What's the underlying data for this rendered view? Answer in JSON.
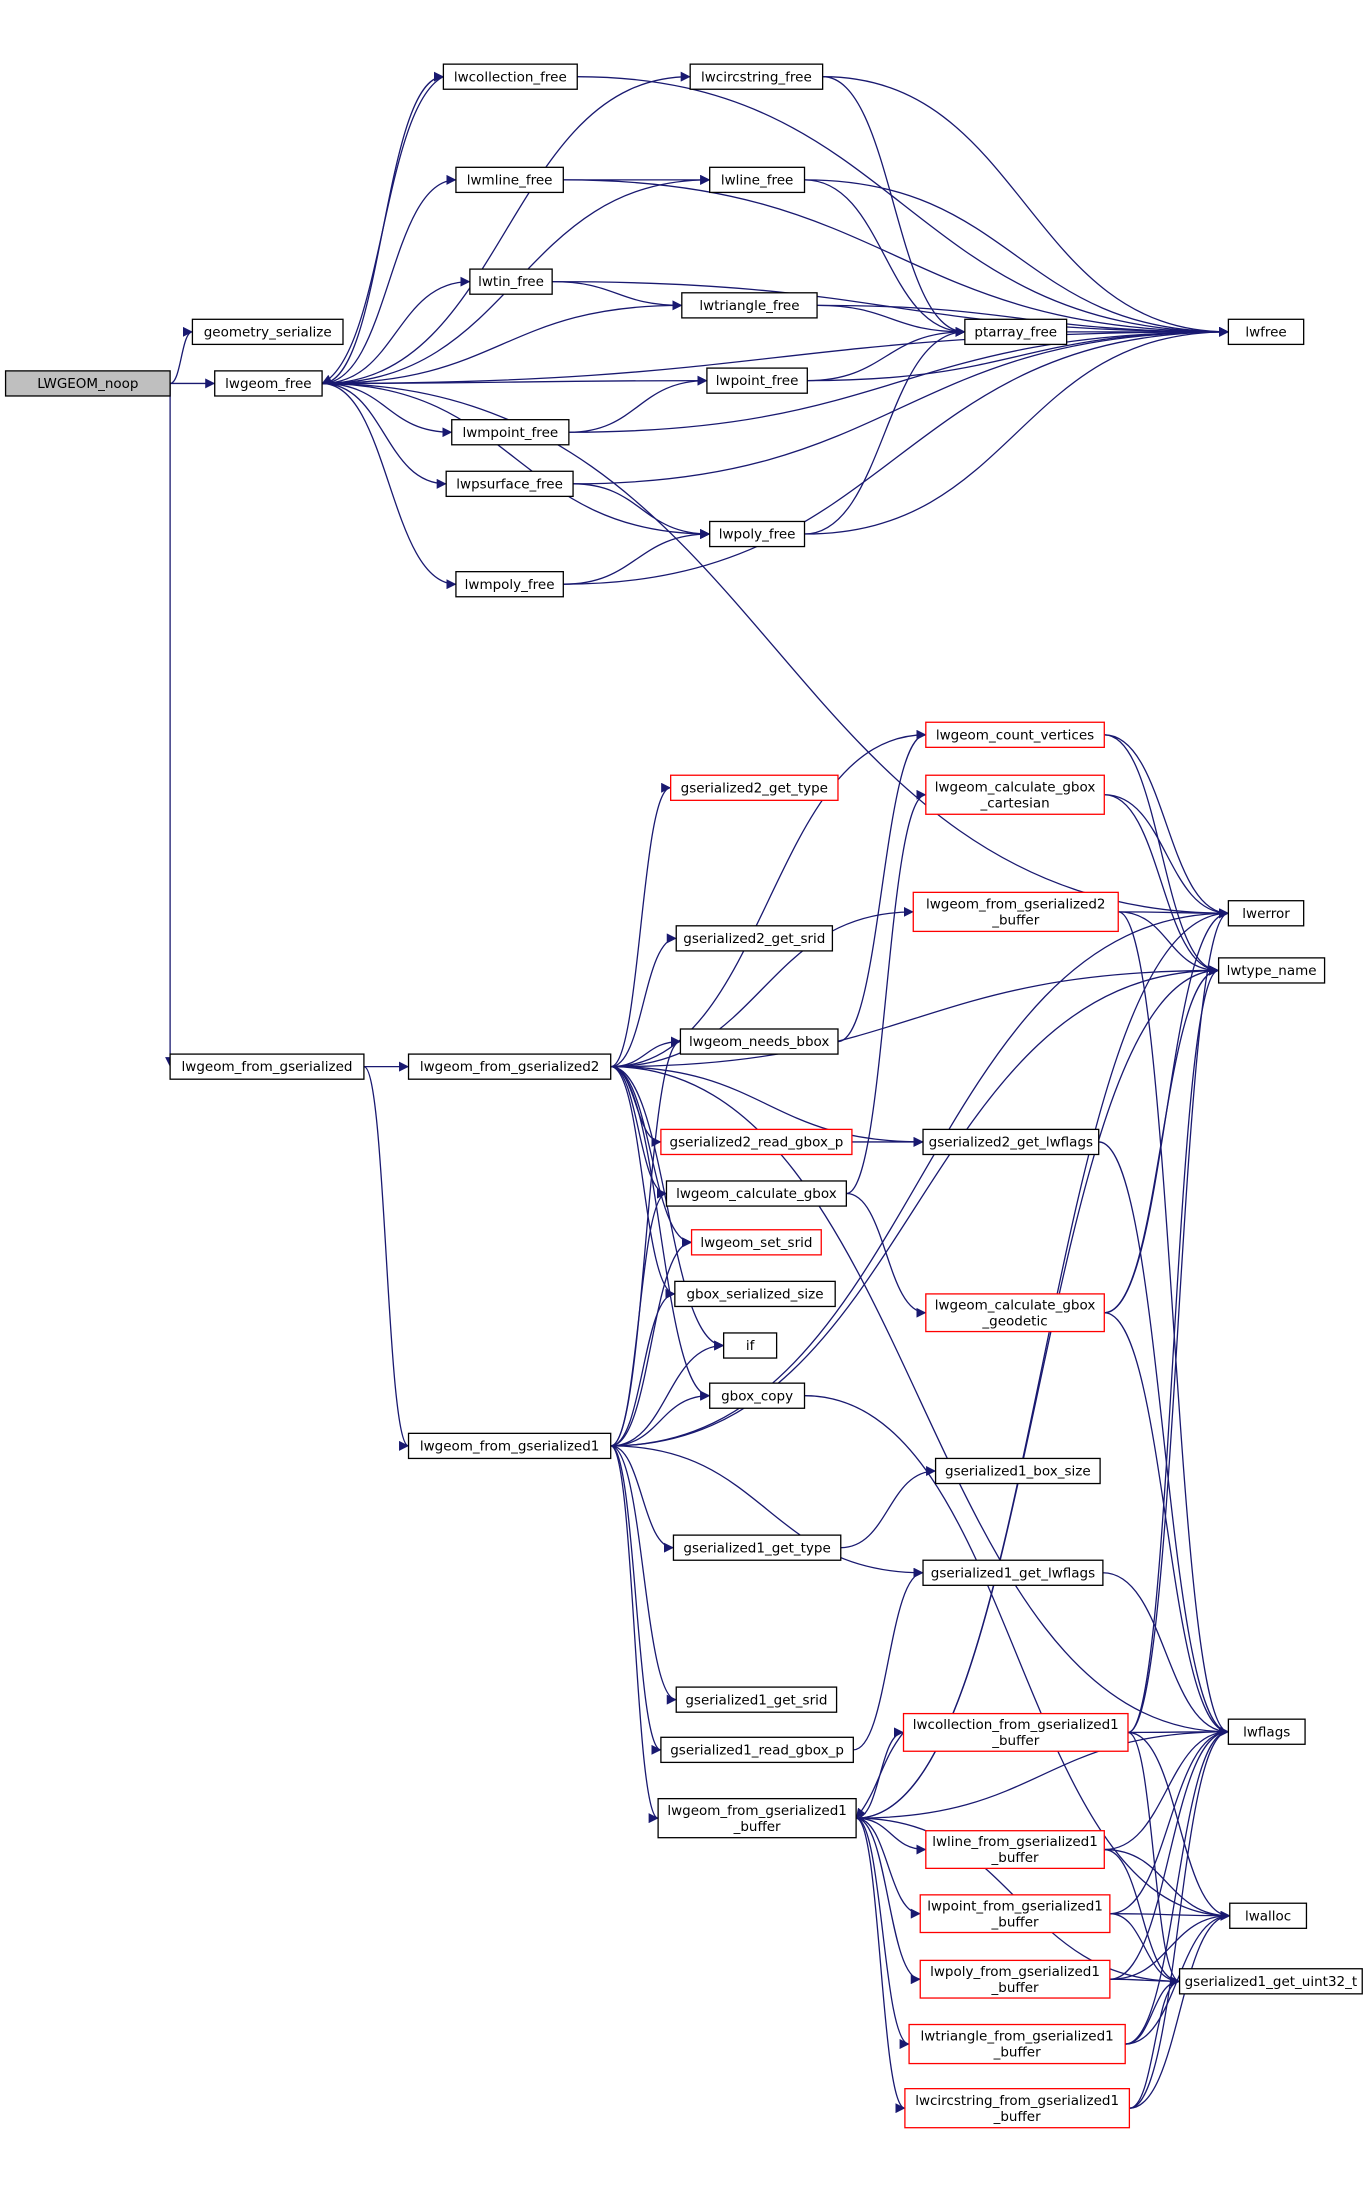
{
  "colors": {
    "edge": "#191970",
    "box_normal": "#000000",
    "box_truncated": "#ff0000",
    "root_fill": "#bfbfbf",
    "fill": "#ffffff"
  },
  "nodes": {
    "root": {
      "lines": [
        "LWGEOM_noop"
      ],
      "style": "root"
    },
    "geometry_serialize": {
      "lines": [
        "geometry_serialize"
      ]
    },
    "lwgeom_free": {
      "lines": [
        "lwgeom_free"
      ]
    },
    "lwcollection_free": {
      "lines": [
        "lwcollection_free"
      ]
    },
    "lwcircstring_free": {
      "lines": [
        "lwcircstring_free"
      ]
    },
    "lwmline_free": {
      "lines": [
        "lwmline_free"
      ]
    },
    "lwline_free": {
      "lines": [
        "lwline_free"
      ]
    },
    "lwtin_free": {
      "lines": [
        "lwtin_free"
      ]
    },
    "lwtriangle_free": {
      "lines": [
        "lwtriangle_free"
      ]
    },
    "ptarray_free": {
      "lines": [
        "ptarray_free"
      ]
    },
    "lwpoint_free": {
      "lines": [
        "lwpoint_free"
      ]
    },
    "lwmpoint_free": {
      "lines": [
        "lwmpoint_free"
      ]
    },
    "lwpsurface_free": {
      "lines": [
        "lwpsurface_free"
      ]
    },
    "lwpoly_free": {
      "lines": [
        "lwpoly_free"
      ]
    },
    "lwmpoly_free": {
      "lines": [
        "lwmpoly_free"
      ]
    },
    "lwfree": {
      "lines": [
        "lwfree"
      ]
    },
    "lwgeom_count_vertices": {
      "lines": [
        "lwgeom_count_vertices"
      ],
      "style": "red"
    },
    "gserialized2_get_type": {
      "lines": [
        "gserialized2_get_type"
      ],
      "style": "red"
    },
    "lwgeom_calculate_gbox_cartesian": {
      "lines": [
        "lwgeom_calculate_gbox",
        "_cartesian"
      ],
      "style": "red"
    },
    "lwgeom_from_gserialized2_buffer": {
      "lines": [
        "lwgeom_from_gserialized2",
        "_buffer"
      ],
      "style": "red"
    },
    "lwerror": {
      "lines": [
        "lwerror"
      ]
    },
    "lwtype_name": {
      "lines": [
        "lwtype_name"
      ]
    },
    "gserialized2_get_srid": {
      "lines": [
        "gserialized2_get_srid"
      ]
    },
    "lwgeom_from_gserialized": {
      "lines": [
        "lwgeom_from_gserialized"
      ]
    },
    "lwgeom_from_gserialized2": {
      "lines": [
        "lwgeom_from_gserialized2"
      ]
    },
    "lwgeom_needs_bbox": {
      "lines": [
        "lwgeom_needs_bbox"
      ]
    },
    "gserialized2_read_gbox_p": {
      "lines": [
        "gserialized2_read_gbox_p"
      ],
      "style": "red"
    },
    "gserialized2_get_lwflags": {
      "lines": [
        "gserialized2_get_lwflags"
      ]
    },
    "lwgeom_calculate_gbox": {
      "lines": [
        "lwgeom_calculate_gbox"
      ]
    },
    "lwgeom_set_srid": {
      "lines": [
        "lwgeom_set_srid"
      ],
      "style": "red"
    },
    "gbox_serialized_size": {
      "lines": [
        "gbox_serialized_size"
      ]
    },
    "lwgeom_calculate_gbox_geodetic": {
      "lines": [
        "lwgeom_calculate_gbox",
        "_geodetic"
      ],
      "style": "red"
    },
    "if": {
      "lines": [
        "if"
      ]
    },
    "gbox_copy": {
      "lines": [
        "gbox_copy"
      ]
    },
    "lwgeom_from_gserialized1": {
      "lines": [
        "lwgeom_from_gserialized1"
      ]
    },
    "gserialized1_box_size": {
      "lines": [
        "gserialized1_box_size"
      ]
    },
    "gserialized1_get_type": {
      "lines": [
        "gserialized1_get_type"
      ]
    },
    "gserialized1_get_lwflags": {
      "lines": [
        "gserialized1_get_lwflags"
      ]
    },
    "gserialized1_get_srid": {
      "lines": [
        "gserialized1_get_srid"
      ]
    },
    "lwcollection_from_gserialized1_buffer": {
      "lines": [
        "lwcollection_from_gserialized1",
        "_buffer"
      ],
      "style": "red"
    },
    "lwflags": {
      "lines": [
        "lwflags"
      ]
    },
    "gserialized1_read_gbox_p": {
      "lines": [
        "gserialized1_read_gbox_p"
      ]
    },
    "lwgeom_from_gserialized1_buffer": {
      "lines": [
        "lwgeom_from_gserialized1",
        "_buffer"
      ]
    },
    "lwline_from_gserialized1_buffer": {
      "lines": [
        "lwline_from_gserialized1",
        "_buffer"
      ],
      "style": "red"
    },
    "lwalloc": {
      "lines": [
        "lwalloc"
      ]
    },
    "lwpoint_from_gserialized1_buffer": {
      "lines": [
        "lwpoint_from_gserialized1",
        "_buffer"
      ],
      "style": "red"
    },
    "lwpoly_from_gserialized1_buffer": {
      "lines": [
        "lwpoly_from_gserialized1",
        "_buffer"
      ],
      "style": "red"
    },
    "gserialized1_get_uint32_t": {
      "lines": [
        "gserialized1_get_uint32_t"
      ]
    },
    "lwtriangle_from_gserialized1_buffer": {
      "lines": [
        "lwtriangle_from_gserialized1",
        "_buffer"
      ],
      "style": "red"
    },
    "lwcircstring_from_gserialized1_buffer": {
      "lines": [
        "lwcircstring_from_gserialized1",
        "_buffer"
      ],
      "style": "red"
    }
  },
  "edges": [
    [
      "root",
      "geometry_serialize"
    ],
    [
      "root",
      "lwgeom_free"
    ],
    [
      "root",
      "lwgeom_from_gserialized"
    ],
    [
      "lwgeom_free",
      "lwcollection_free"
    ],
    [
      "lwgeom_free",
      "lwcircstring_free"
    ],
    [
      "lwgeom_free",
      "lwmline_free"
    ],
    [
      "lwgeom_free",
      "lwline_free"
    ],
    [
      "lwgeom_free",
      "lwtin_free"
    ],
    [
      "lwgeom_free",
      "lwtriangle_free"
    ],
    [
      "lwgeom_free",
      "lwpoint_free"
    ],
    [
      "lwgeom_free",
      "lwmpoint_free"
    ],
    [
      "lwgeom_free",
      "lwpsurface_free"
    ],
    [
      "lwgeom_free",
      "lwpoly_free"
    ],
    [
      "lwgeom_free",
      "lwmpoly_free"
    ],
    [
      "lwgeom_free",
      "lwfree"
    ],
    [
      "lwgeom_free",
      "lwerror"
    ],
    [
      "lwcollection_free",
      "lwgeom_free"
    ],
    [
      "lwcollection_free",
      "lwfree"
    ],
    [
      "lwcircstring_free",
      "ptarray_free"
    ],
    [
      "lwcircstring_free",
      "lwfree"
    ],
    [
      "lwmline_free",
      "lwline_free"
    ],
    [
      "lwmline_free",
      "lwfree"
    ],
    [
      "lwline_free",
      "ptarray_free"
    ],
    [
      "lwline_free",
      "lwfree"
    ],
    [
      "lwtin_free",
      "lwtriangle_free"
    ],
    [
      "lwtin_free",
      "lwfree"
    ],
    [
      "lwtriangle_free",
      "ptarray_free"
    ],
    [
      "lwtriangle_free",
      "lwfree"
    ],
    [
      "ptarray_free",
      "lwfree"
    ],
    [
      "lwpoint_free",
      "ptarray_free"
    ],
    [
      "lwpoint_free",
      "lwfree"
    ],
    [
      "lwmpoint_free",
      "lwpoint_free"
    ],
    [
      "lwmpoint_free",
      "lwfree"
    ],
    [
      "lwpsurface_free",
      "lwpoly_free"
    ],
    [
      "lwpsurface_free",
      "lwfree"
    ],
    [
      "lwpoly_free",
      "ptarray_free"
    ],
    [
      "lwpoly_free",
      "lwfree"
    ],
    [
      "lwmpoly_free",
      "lwpoly_free"
    ],
    [
      "lwmpoly_free",
      "lwfree"
    ],
    [
      "lwgeom_from_gserialized",
      "lwgeom_from_gserialized2"
    ],
    [
      "lwgeom_from_gserialized",
      "lwgeom_from_gserialized1"
    ],
    [
      "lwgeom_from_gserialized2",
      "gserialized2_get_type"
    ],
    [
      "lwgeom_from_gserialized2",
      "lwgeom_from_gserialized2_buffer"
    ],
    [
      "lwgeom_from_gserialized2",
      "lwtype_name"
    ],
    [
      "lwgeom_from_gserialized2",
      "gserialized2_get_srid"
    ],
    [
      "lwgeom_from_gserialized2",
      "lwgeom_needs_bbox"
    ],
    [
      "lwgeom_from_gserialized2",
      "gserialized2_read_gbox_p"
    ],
    [
      "lwgeom_from_gserialized2",
      "gserialized2_get_lwflags"
    ],
    [
      "lwgeom_from_gserialized2",
      "lwgeom_calculate_gbox"
    ],
    [
      "lwgeom_from_gserialized2",
      "lwgeom_set_srid"
    ],
    [
      "lwgeom_from_gserialized2",
      "gbox_serialized_size"
    ],
    [
      "lwgeom_from_gserialized2",
      "if"
    ],
    [
      "lwgeom_from_gserialized2",
      "gbox_copy"
    ],
    [
      "lwgeom_from_gserialized2",
      "lwflags"
    ],
    [
      "lwgeom_from_gserialized2",
      "lwgeom_count_vertices"
    ],
    [
      "lwgeom_needs_bbox",
      "lwgeom_count_vertices"
    ],
    [
      "gserialized2_read_gbox_p",
      "gserialized2_get_lwflags"
    ],
    [
      "lwgeom_calculate_gbox",
      "lwgeom_calculate_gbox_cartesian"
    ],
    [
      "lwgeom_calculate_gbox",
      "lwgeom_calculate_gbox_geodetic"
    ],
    [
      "lwgeom_count_vertices",
      "lwerror"
    ],
    [
      "lwgeom_count_vertices",
      "lwtype_name"
    ],
    [
      "lwgeom_calculate_gbox_cartesian",
      "lwerror"
    ],
    [
      "lwgeom_calculate_gbox_cartesian",
      "lwtype_name"
    ],
    [
      "lwgeom_from_gserialized2_buffer",
      "lwerror"
    ],
    [
      "lwgeom_from_gserialized2_buffer",
      "lwtype_name"
    ],
    [
      "lwgeom_from_gserialized2_buffer",
      "lwflags"
    ],
    [
      "lwgeom_calculate_gbox_geodetic",
      "lwerror"
    ],
    [
      "lwgeom_calculate_gbox_geodetic",
      "lwtype_name"
    ],
    [
      "lwgeom_calculate_gbox_geodetic",
      "lwflags"
    ],
    [
      "gserialized2_get_lwflags",
      "lwflags"
    ],
    [
      "gbox_copy",
      "lwalloc"
    ],
    [
      "lwgeom_from_gserialized1",
      "lwgeom_needs_bbox"
    ],
    [
      "lwgeom_from_gserialized1",
      "lwgeom_calculate_gbox"
    ],
    [
      "lwgeom_from_gserialized1",
      "lwgeom_set_srid"
    ],
    [
      "lwgeom_from_gserialized1",
      "gbox_serialized_size"
    ],
    [
      "lwgeom_from_gserialized1",
      "if"
    ],
    [
      "lwgeom_from_gserialized1",
      "gbox_copy"
    ],
    [
      "lwgeom_from_gserialized1",
      "lwtype_name"
    ],
    [
      "lwgeom_from_gserialized1",
      "lwerror"
    ],
    [
      "lwgeom_from_gserialized1",
      "gserialized1_get_type"
    ],
    [
      "lwgeom_from_gserialized1",
      "gserialized1_get_lwflags"
    ],
    [
      "lwgeom_from_gserialized1",
      "gserialized1_get_srid"
    ],
    [
      "lwgeom_from_gserialized1",
      "gserialized1_read_gbox_p"
    ],
    [
      "lwgeom_from_gserialized1",
      "lwgeom_from_gserialized1_buffer"
    ],
    [
      "gserialized1_get_type",
      "gserialized1_box_size"
    ],
    [
      "gserialized1_get_lwflags",
      "lwflags"
    ],
    [
      "gserialized1_read_gbox_p",
      "gserialized1_get_lwflags"
    ],
    [
      "lwgeom_from_gserialized1_buffer",
      "lwcollection_from_gserialized1_buffer"
    ],
    [
      "lwgeom_from_gserialized1_buffer",
      "lwline_from_gserialized1_buffer"
    ],
    [
      "lwgeom_from_gserialized1_buffer",
      "lwpoint_from_gserialized1_buffer"
    ],
    [
      "lwgeom_from_gserialized1_buffer",
      "lwpoly_from_gserialized1_buffer"
    ],
    [
      "lwgeom_from_gserialized1_buffer",
      "lwtriangle_from_gserialized1_buffer"
    ],
    [
      "lwgeom_from_gserialized1_buffer",
      "lwcircstring_from_gserialized1_buffer"
    ],
    [
      "lwgeom_from_gserialized1_buffer",
      "lwerror"
    ],
    [
      "lwgeom_from_gserialized1_buffer",
      "lwtype_name"
    ],
    [
      "lwgeom_from_gserialized1_buffer",
      "lwflags"
    ],
    [
      "lwgeom_from_gserialized1_buffer",
      "gserialized1_get_uint32_t"
    ],
    [
      "lwcollection_from_gserialized1_buffer",
      "lwgeom_from_gserialized1_buffer"
    ],
    [
      "lwcollection_from_gserialized1_buffer",
      "lwflags"
    ],
    [
      "lwcollection_from_gserialized1_buffer",
      "lwalloc"
    ],
    [
      "lwcollection_from_gserialized1_buffer",
      "gserialized1_get_uint32_t"
    ],
    [
      "lwcollection_from_gserialized1_buffer",
      "lwerror"
    ],
    [
      "lwcollection_from_gserialized1_buffer",
      "lwtype_name"
    ],
    [
      "lwline_from_gserialized1_buffer",
      "lwflags"
    ],
    [
      "lwline_from_gserialized1_buffer",
      "lwalloc"
    ],
    [
      "lwline_from_gserialized1_buffer",
      "gserialized1_get_uint32_t"
    ],
    [
      "lwpoint_from_gserialized1_buffer",
      "lwflags"
    ],
    [
      "lwpoint_from_gserialized1_buffer",
      "lwalloc"
    ],
    [
      "lwpoint_from_gserialized1_buffer",
      "gserialized1_get_uint32_t"
    ],
    [
      "lwpoly_from_gserialized1_buffer",
      "lwflags"
    ],
    [
      "lwpoly_from_gserialized1_buffer",
      "lwalloc"
    ],
    [
      "lwpoly_from_gserialized1_buffer",
      "gserialized1_get_uint32_t"
    ],
    [
      "lwtriangle_from_gserialized1_buffer",
      "lwflags"
    ],
    [
      "lwtriangle_from_gserialized1_buffer",
      "lwalloc"
    ],
    [
      "lwtriangle_from_gserialized1_buffer",
      "gserialized1_get_uint32_t"
    ],
    [
      "lwcircstring_from_gserialized1_buffer",
      "lwflags"
    ],
    [
      "lwcircstring_from_gserialized1_buffer",
      "lwalloc"
    ],
    [
      "lwcircstring_from_gserialized1_buffer",
      "gserialized1_get_uint32_t"
    ]
  ]
}
